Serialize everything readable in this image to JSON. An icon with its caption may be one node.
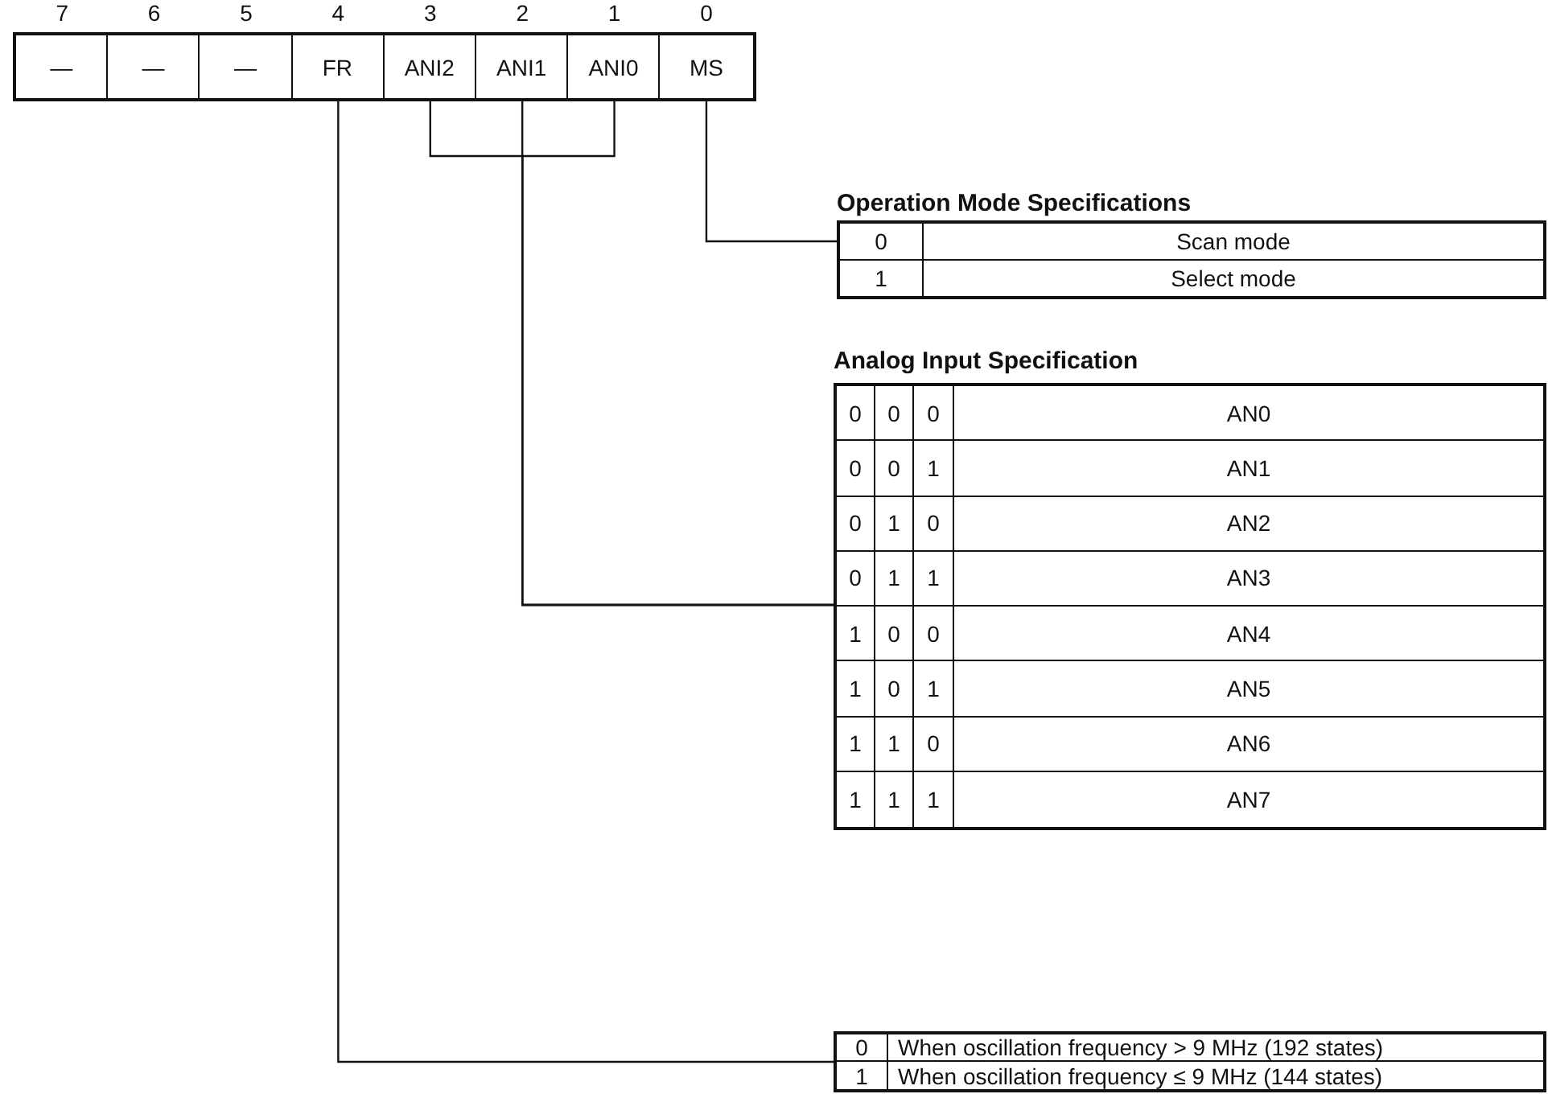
{
  "diagram": {
    "nodes": [
      {
        "text": [],
        "shape": "box"
      },
      {
        "text": [
          "—"
        ],
        "in": 0,
        "beside": [
          "7"
        ]
      },
      {
        "text": [
          "—"
        ],
        "in": 0,
        "beside": [
          "6"
        ]
      },
      {
        "text": [
          "—"
        ],
        "in": 0,
        "beside": [
          "5"
        ]
      },
      {
        "text": [
          "FR"
        ],
        "in": 0,
        "beside": [
          "4"
        ]
      },
      {
        "text": [
          "ANI2"
        ],
        "in": 0,
        "beside": [
          "3"
        ]
      },
      {
        "text": [
          "ANI1"
        ],
        "in": 0,
        "beside": [
          "2"
        ]
      },
      {
        "text": [
          "ANI0"
        ],
        "in": 0,
        "beside": [
          "1"
        ]
      },
      {
        "text": [
          "MS"
        ],
        "in": 0,
        "beside": [
          "0"
        ]
      },
      {
        "text": [
          "Operation Mode Specifications"
        ]
      },
      {
        "text": [
          "0",
          "Scan mode"
        ],
        "in": 9
      },
      {
        "text": [
          "1",
          "Select mode"
        ],
        "in": 9
      },
      {
        "text": [
          "Analog Input Specification"
        ]
      },
      {
        "text": [
          "0",
          "0",
          "0",
          "AN0"
        ],
        "in": 12
      },
      {
        "text": [
          "0",
          "0",
          "1",
          "AN1"
        ],
        "in": 12
      },
      {
        "text": [
          "0",
          "1",
          "0",
          "AN2"
        ],
        "in": 12
      },
      {
        "text": [
          "0",
          "1",
          "1",
          "AN3"
        ],
        "in": 12
      },
      {
        "text": [
          "1",
          "0",
          "0",
          "AN4"
        ],
        "in": 12
      },
      {
        "text": [
          "1",
          "0",
          "1",
          "AN5"
        ],
        "in": 12
      },
      {
        "text": [
          "1",
          "1",
          "0",
          "AN6"
        ],
        "in": 12
      },
      {
        "text": [
          "1",
          "1",
          "1",
          "AN7"
        ],
        "in": 12
      },
      {
        "text": [],
        "shape": "box"
      },
      {
        "text": [
          "0",
          "When oscillation frequency > 9 MHz (192 states)"
        ],
        "in": 21
      },
      {
        "text": [
          "1",
          "When oscillation frequency ≤ 9 MHz (144 states)"
        ],
        "in": 21
      }
    ],
    "edges": [
      {
        "from": 8,
        "to": 9,
        "arrow": "none"
      },
      {
        "from": 5,
        "to": 12,
        "arrow": "none"
      },
      {
        "from": 6,
        "to": 12,
        "arrow": "none"
      },
      {
        "from": 7,
        "to": 12,
        "arrow": "none"
      },
      {
        "from": 4,
        "to": 21,
        "arrow": "none"
      }
    ]
  }
}
